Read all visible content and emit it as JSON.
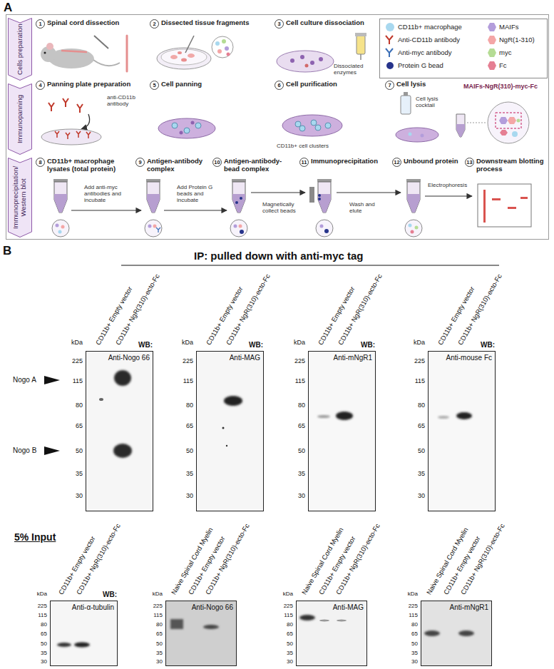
{
  "diagram": {
    "nodes": [
      {
        "text": [
          "A"
        ]
      },
      {
        "text": [
          "Cells preparation"
        ],
        "in": 0
      },
      {
        "text": [
          "Immunopanning"
        ],
        "in": 0
      },
      {
        "text": [
          "Immunoprecipitation/ Western blot"
        ],
        "in": 0
      },
      {
        "text": [
          "WB:",
          "Anti-Nogo 66"
        ]
      },
      {
        "text": [
          "WB:",
          "Anti-MAG"
        ]
      },
      {
        "text": [
          "WB:",
          "Anti-mNgR1"
        ]
      },
      {
        "text": [
          "WB:",
          "Anti-mouse Fc"
        ]
      },
      {
        "text": [
          "WB:",
          "Anti-α-tubulin"
        ]
      },
      {
        "text": [
          "Anti-Nogo 66"
        ]
      },
      {
        "text": [
          "Anti-MAG"
        ]
      },
      {
        "text": [
          "Anti-mNgR1"
        ]
      }
    ],
    "labels": [
      "1",
      "Spinal cord dissection",
      "2",
      "Dissected tissue fragments",
      "3",
      "Cell culture dissociation",
      "Dissociated enzymes",
      "4",
      "Panning plate preparation",
      "anti-CD11b antibody",
      "5",
      "Cell panning",
      "6",
      "Cell purification",
      "CD11b+ cell clusters",
      "7",
      "Cell lysis",
      "Cell lysis cocktail",
      "MAIFs-NgR(310)-myc-Fc",
      "8",
      "CD11b+ macrophage lysates (total protein)",
      "Add anti-myc antibodies and incubate",
      "9",
      "Antigen-antibody complex",
      "Add Protein G beads and incubate",
      "10",
      "Antigen-antibody- bead complex",
      "Magnetically collect beads",
      "11",
      "Immunoprecipitation",
      "Wash and elute",
      "12",
      "Unbound protein",
      "Electrophoresis",
      "13",
      "Downstream blotting process",
      "B",
      "IP: pulled down with anti-myc tag",
      "CD11b+ Empty vector",
      "CD11b+ NgR(310)-ecto-Fc",
      "kDa",
      "225",
      "115",
      "80",
      "65",
      "50",
      "35",
      "30",
      "CD11b+ Empty vector",
      "CD11b+ NgR(310)-ecto-Fc",
      "kDa",
      "225",
      "115",
      "80",
      "65",
      "50",
      "35",
      "30",
      "CD11b+ Empty vector",
      "CD11b+ NgR(310)-ecto-Fc",
      "kDa",
      "225",
      "115",
      "80",
      "65",
      "50",
      "35",
      "30",
      "CD11b+ Empty vector",
      "CD11b+ NgR(310)-ecto-Fc",
      "kDa",
      "225",
      "115",
      "80",
      "65",
      "50",
      "35",
      "30",
      "Nogo A",
      "Nogo B",
      "5% Input",
      "CD11b+ Empty vector",
      "CD11b+ NgR(310)-ecto-Fc",
      "kDa",
      "225",
      "115",
      "80",
      "65",
      "50",
      "35",
      "30",
      "Naive Spinal Cord Myelin",
      "CD11b+ Empty vector",
      "CD11b+ NgR(310)-ecto-Fc",
      "kDa",
      "225",
      "115",
      "80",
      "65",
      "50",
      "35",
      "30",
      "Naive Spinal Cord Myelin",
      "CD11b+ Empty vector",
      "CD11b+ NgR(310)-ecto-Fc",
      "kDa",
      "225",
      "115",
      "80",
      "65",
      "50",
      "35",
      "30",
      "Naive Spinal Cord Myelin",
      "CD11b+ Empty vector",
      "CD11b+ NgR(310)-ecto-Fc",
      "kDa",
      "225",
      "115",
      "80",
      "65",
      "50",
      "35",
      "30"
    ],
    "legend": [
      {
        "text": "CD11b+ macrophage",
        "color": "#a8d8ef"
      },
      {
        "text": "Anti-CD11b antibody"
      },
      {
        "text": "Anti-myc antibody"
      },
      {
        "text": "Protein G bead",
        "color": "#27348b"
      },
      {
        "text": "MAIFs",
        "color": "#b39ddb"
      },
      {
        "text": "NgR(1-310)",
        "color": "#f4a6a6"
      },
      {
        "text": "myc",
        "color": "#b5dc94"
      },
      {
        "text": "Fc",
        "color": "#e57f93"
      }
    ]
  }
}
